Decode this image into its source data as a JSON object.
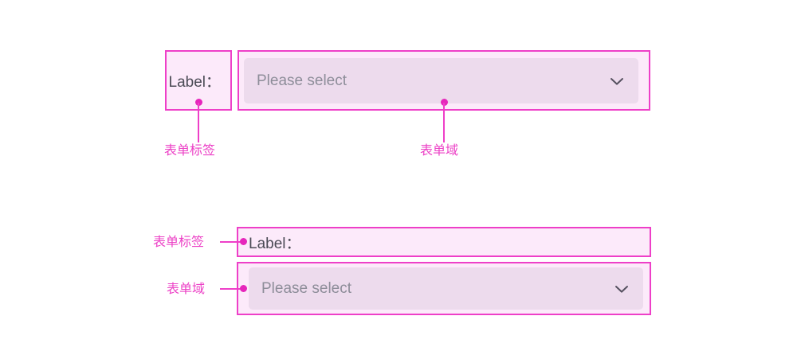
{
  "palette": {
    "annotation_pink": "#ee3fc8",
    "annotation_dot": "#e626bb",
    "box_fill": "#fceafa",
    "select_fill": "#eddbed",
    "label_text": "#4b4b55",
    "placeholder_text": "#8d8d99",
    "page_background": "#ffffff"
  },
  "horizontal_form": {
    "label": {
      "text": "Label：",
      "annotation": "表单标签"
    },
    "field": {
      "placeholder": "Please select",
      "dropdown_icon": "chevron-down-icon",
      "annotation": "表单域"
    }
  },
  "vertical_form": {
    "label": {
      "text": "Label：",
      "annotation": "表单标签"
    },
    "field": {
      "placeholder": "Please select",
      "dropdown_icon": "chevron-down-icon",
      "annotation": "表单域"
    }
  }
}
